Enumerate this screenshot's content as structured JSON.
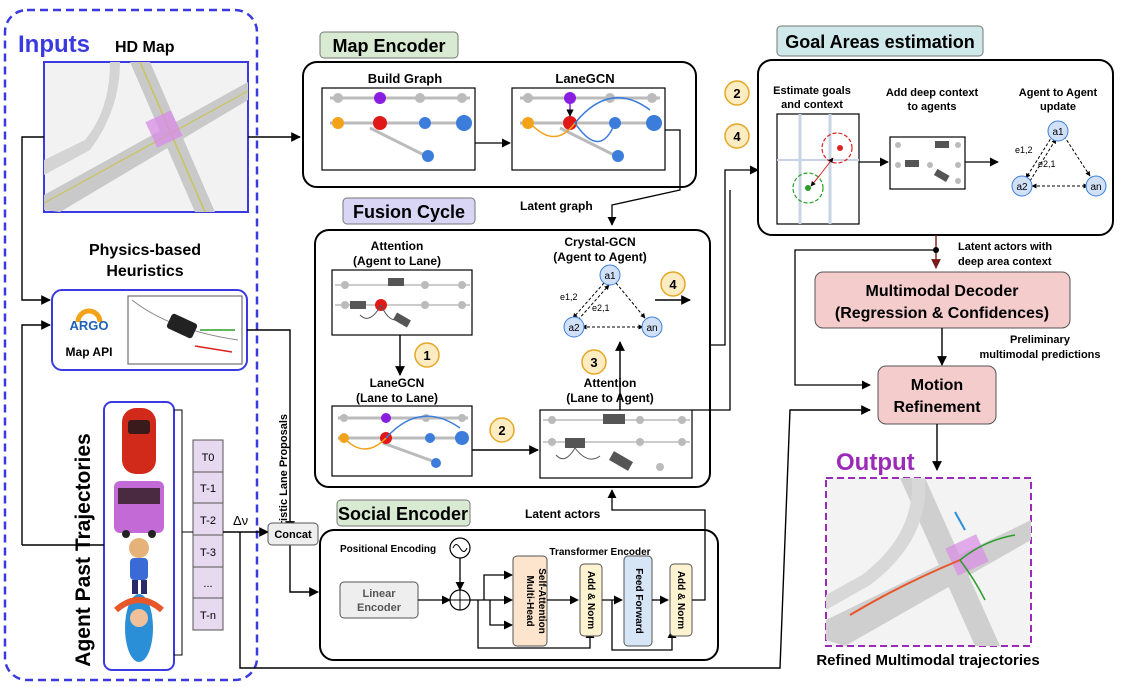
{
  "inputs": {
    "title": "Inputs",
    "hd_map": "HD Map",
    "physics_title_1": "Physics-based",
    "physics_title_2": "Heuristics",
    "argo_logo": "ARGO",
    "map_api": "Map API",
    "agent_past_trajectories": "Agent Past Trajectories",
    "timesteps": [
      "T0",
      "T-1",
      "T-2",
      "T-3",
      "...",
      "T-n"
    ]
  },
  "map_encoder": {
    "title": "Map Encoder",
    "build_graph": "Build Graph",
    "lanegcn": "LaneGCN"
  },
  "fusion_cycle": {
    "title": "Fusion Cycle",
    "latent_graph": "Latent graph",
    "att_agent_lane_1": "Attention",
    "att_agent_lane_2": "(Agent to Lane)",
    "crystal_gcn_1": "Crystal-GCN",
    "crystal_gcn_2": "(Agent to Agent)",
    "lanegcn_1": "LaneGCN",
    "lanegcn_2": "(Lane to Lane)",
    "att_lane_agent_1": "Attention",
    "att_lane_agent_2": "(Lane to Agent)",
    "steps": [
      "1",
      "2",
      "3",
      "4"
    ]
  },
  "agent_graph": {
    "a1": "a1",
    "a2": "a2",
    "an": "an",
    "e12": "e1,2",
    "e21": "e2,1"
  },
  "social_encoder": {
    "title": "Social Encoder",
    "positional_encoding": "Positional Encoding",
    "transformer_encoder": "Transformer Encoder",
    "linear_encoder_1": "Linear",
    "linear_encoder_2": "Encoder",
    "multi_head_1": "Multi-Head",
    "multi_head_2": "Self-Attention",
    "add_norm": "Add & Norm",
    "feed_forward": "Feed Forward",
    "latent_actors": "Latent actors"
  },
  "concat": "Concat",
  "heuristic_lane_proposals": "Heuristic Lane Proposals",
  "delta_v": "Δν",
  "goal_areas": {
    "title": "Goal Areas estimation",
    "estimate_1": "Estimate goals",
    "estimate_2": "and context",
    "deep_context_1": "Add deep context",
    "deep_context_2": "to agents",
    "a2a_1": "Agent to Agent",
    "a2a_2": "update",
    "badges": [
      "2",
      "4"
    ]
  },
  "latent_actors_context_1": "Latent actors with",
  "latent_actors_context_2": "deep area context",
  "decoder": {
    "line1": "Multimodal Decoder",
    "line2": "(Regression & Confidences)"
  },
  "preliminary_1": "Preliminary",
  "preliminary_2": "multimodal predictions",
  "refinement": {
    "line1": "Motion",
    "line2": "Refinement"
  },
  "output": {
    "title": "Output",
    "caption": "Refined Multimodal trajectories"
  },
  "colors": {
    "blue_border": "#3a3ae0",
    "tag_green": "#d8ead2",
    "tag_purple": "#d9d6f5",
    "tag_teal": "#cfe8ea",
    "decoder_fill": "#f4cccc",
    "badge_fill": "#fdebc2",
    "badge_stroke": "#e3a826",
    "output_purple": "#9b2ab8",
    "node_blue": "#3c7ddb",
    "node_red": "#e01818",
    "node_orange": "#f2a31a",
    "node_purple": "#8a1ee0"
  }
}
